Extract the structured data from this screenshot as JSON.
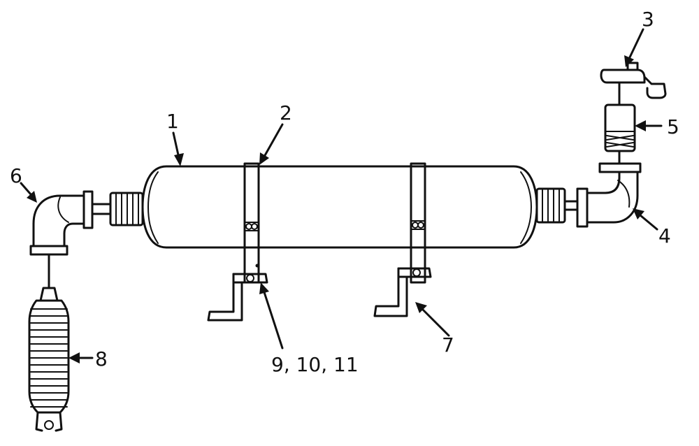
{
  "callouts": [
    {
      "id": "c1",
      "text": "1"
    },
    {
      "id": "c2",
      "text": "2"
    },
    {
      "id": "c3",
      "text": "3"
    },
    {
      "id": "c4",
      "text": "4"
    },
    {
      "id": "c5",
      "text": "5"
    },
    {
      "id": "c6",
      "text": "6"
    },
    {
      "id": "c7",
      "text": "7"
    },
    {
      "id": "c8",
      "text": "8"
    },
    {
      "id": "c9",
      "text": "9, 10, 11"
    }
  ]
}
